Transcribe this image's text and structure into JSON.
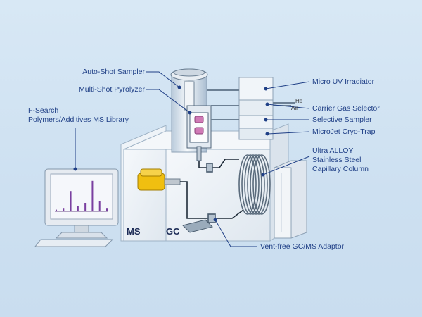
{
  "labels": {
    "auto_shot": "Auto-Shot Sampler",
    "multi_shot": "Multi-Shot Pyrolyzer",
    "fsearch_1": "F-Search",
    "fsearch_2": "Polymers/Additives MS Library",
    "micro_uv": "Micro UV Irradiator",
    "he": "He",
    "air": "Air",
    "carrier_gas": "Carrier Gas Selector",
    "selective": "Selective Sampler",
    "microjet": "MicroJet Cryo-Trap",
    "ultra_1": "Ultra ALLOY",
    "ultra_2": "Stainless Steel",
    "ultra_3": "Capillary Column",
    "vent_free": "Vent-free GC/MS Adaptor",
    "ms": "MS",
    "gc": "GC"
  },
  "chart_data": {
    "type": "line",
    "series": [
      {
        "values": [
          0.05,
          0.1,
          0.6,
          0.15,
          0.25,
          0.9,
          0.3,
          0.1
        ]
      }
    ]
  },
  "colors": {
    "label_text": "#1f3f86",
    "accent_pink": "#d07ab6",
    "ms_yellow": "#e8b400",
    "monitor_screen": "#f0f3f8"
  }
}
